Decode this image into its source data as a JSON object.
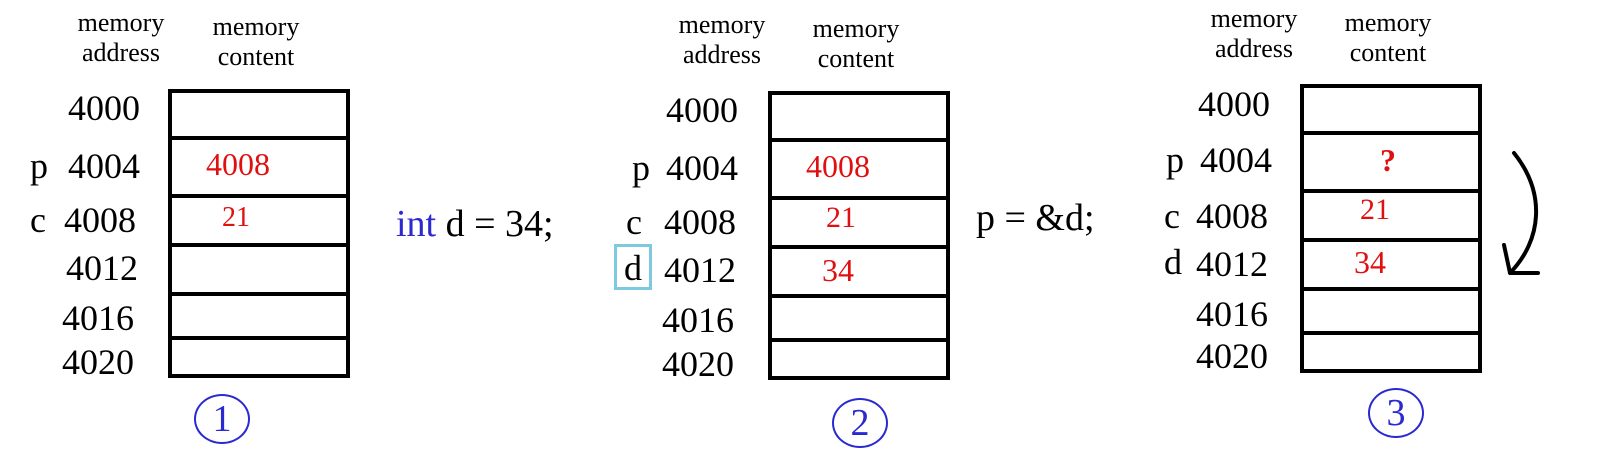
{
  "headers": {
    "address": [
      "memory",
      "address"
    ],
    "content": [
      "memory",
      "content"
    ]
  },
  "addresses": [
    "4000",
    "4004",
    "4008",
    "4012",
    "4016",
    "4020"
  ],
  "panels": [
    {
      "step": "1",
      "vars": {
        "4004": "p",
        "4008": "c"
      },
      "values": [
        "",
        "4008",
        "21",
        "",
        "",
        ""
      ]
    },
    {
      "step": "2",
      "vars": {
        "4004": "p",
        "4008": "c",
        "4012": "d"
      },
      "values": [
        "",
        "4008",
        "21",
        "34",
        "",
        ""
      ]
    },
    {
      "step": "3",
      "vars": {
        "4004": "p",
        "4008": "c",
        "4012": "d"
      },
      "values": [
        "",
        "?",
        "21",
        "34",
        "",
        ""
      ]
    }
  ],
  "statements": [
    {
      "keyword": "int",
      "rest": " d = 34;"
    },
    {
      "keyword": "",
      "rest": "p = &d;"
    }
  ],
  "colors": {
    "value": "#e01010",
    "keyword": "#2a2ad0",
    "highlight": "#7ec8e0"
  },
  "icons": [
    "curved-arrow-icon"
  ]
}
